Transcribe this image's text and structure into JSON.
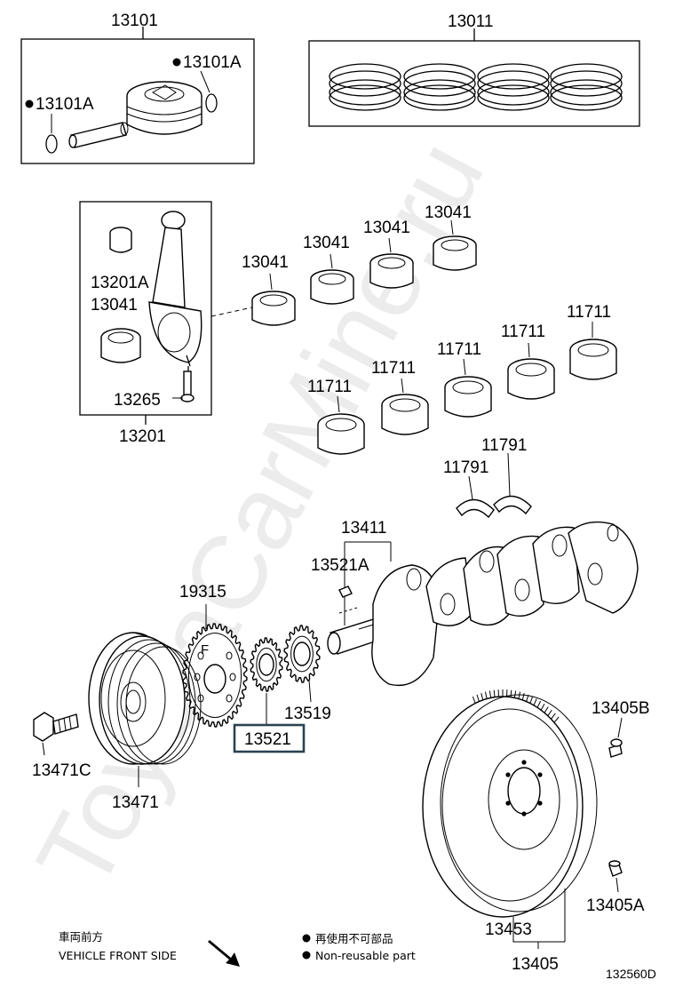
{
  "labels": {
    "p13101": "13101",
    "p13011": "13011",
    "p13101A_right": "13101A",
    "p13101A_left": "13101A",
    "p13201A": "13201A",
    "p13041_inbox": "13041",
    "p13265": "13265",
    "p13201": "13201",
    "p13041_a": "13041",
    "p13041_b": "13041",
    "p13041_c": "13041",
    "p13041_d": "13041",
    "p11711_a": "11711",
    "p11711_b": "11711",
    "p11711_c": "11711",
    "p11711_d": "11711",
    "p11711_e": "11711",
    "p11791_a": "11791",
    "p11791_b": "11791",
    "p13411": "13411",
    "p13521A": "13521A",
    "p19315": "19315",
    "p13519": "13519",
    "p13521": "13521",
    "p13471C": "13471C",
    "p13471": "13471",
    "p13405B": "13405B",
    "p13405A": "13405A",
    "p13453": "13453",
    "p13405": "13405"
  },
  "legend": {
    "direction_jp": "車両前方",
    "direction_en": "VEHICLE FRONT SIDE",
    "nonreusable_jp": "再使用不可部品",
    "nonreusable_en": "Non-reusable part"
  },
  "diagram_code": "132560D",
  "watermark": "ToyotaCarMine.ru",
  "highlight_color": "#2b4250"
}
